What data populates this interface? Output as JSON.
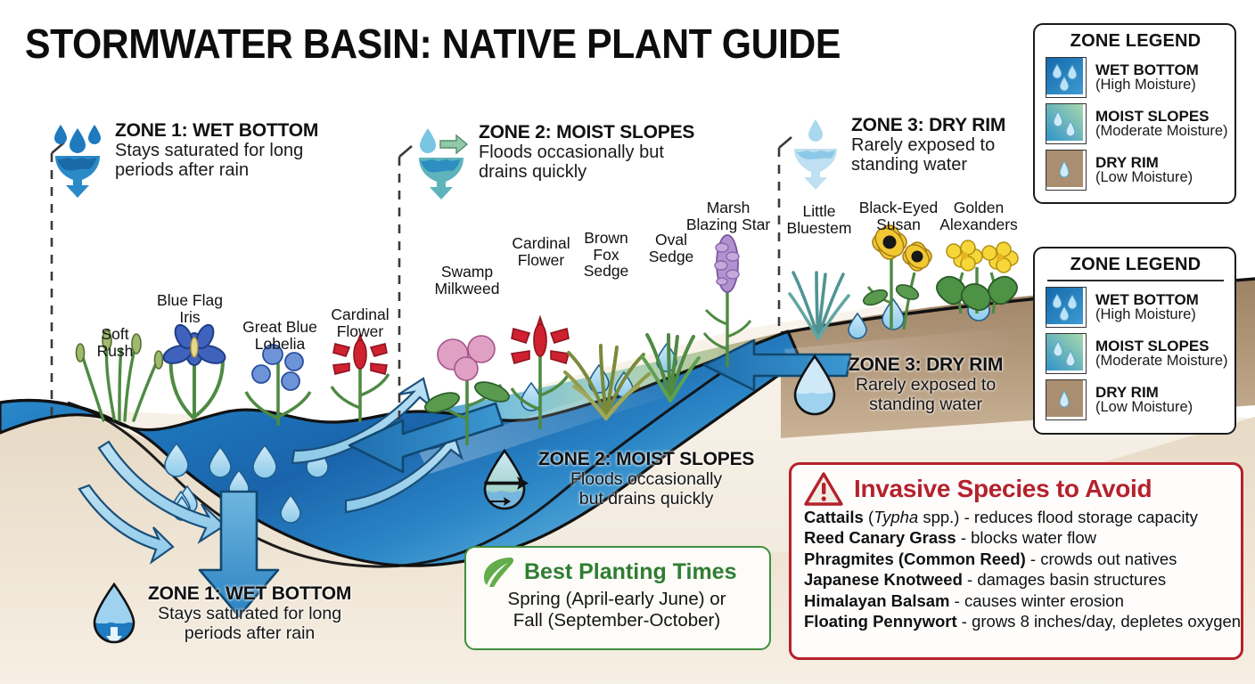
{
  "title": "STORMWATER BASIN: NATIVE PLANT GUIDE",
  "colors": {
    "wet_bottom": "#1f7ac0",
    "moist_slopes": "#8fc9a8",
    "dry_rim": "#a98e6f",
    "invasive_red": "#b4222c",
    "planting_green": "#2f7d32",
    "background": "#f3ece2"
  },
  "zone_headers": [
    {
      "icon": "three-drops-funnel-icon",
      "title": "ZONE 1: WET BOTTOM",
      "line1": "Stays saturated for long",
      "line2": "periods after rain"
    },
    {
      "icon": "drop-arrow-funnel-icon",
      "title": "ZONE 2: MOIST SLOPES",
      "line1": "Floods occasionally but",
      "line2": "drains quickly"
    },
    {
      "icon": "single-drop-funnel-icon",
      "title": "ZONE 3: DRY RIM",
      "line1": "Rarely exposed to",
      "line2": "standing water"
    }
  ],
  "zone_callouts": [
    {
      "icon": "droplet-down-arrow-icon",
      "title": "ZONE 1: WET BOTTOM",
      "line1": "Stays saturated for long",
      "line2": "periods after rain"
    },
    {
      "icon": "droplet-right-arrow-icon",
      "title": "ZONE 2: MOIST SLOPES",
      "line1": "Floods occasionally",
      "line2": "but drains quickly"
    },
    {
      "icon": "droplet-half-full-icon",
      "title": "ZONE 3: DRY RIM",
      "line1": "Rarely exposed to",
      "line2": "standing water"
    }
  ],
  "plants": {
    "zone1": [
      {
        "line1": "Soft",
        "line2": "Rush"
      },
      {
        "line1": "Blue Flag",
        "line2": "Iris"
      },
      {
        "line1": "Great Blue",
        "line2": "Lobelia"
      },
      {
        "line1": "Cardinal",
        "line2": "Flower"
      }
    ],
    "zone2": [
      {
        "line1": "Swamp",
        "line2": "Milkweed"
      },
      {
        "line1": "Cardinal",
        "line2": "Flower"
      },
      {
        "line1": "Brown",
        "line2": "Fox",
        "line3": "Sedge"
      },
      {
        "line1": "Oval",
        "line2": "Sedge"
      },
      {
        "line1": "Marsh",
        "line2": "Blazing Star"
      }
    ],
    "zone3": [
      {
        "line1": "Little",
        "line2": "Bluestem"
      },
      {
        "line1": "Black-Eyed",
        "line2": "Susan"
      },
      {
        "line1": "Golden",
        "line2": "Alexanders"
      }
    ]
  },
  "legend": {
    "title": "ZONE LEGEND",
    "rows": [
      {
        "name": "WET BOTTOM",
        "note": "(High Moisture)",
        "swatch": "wet-bottom-swatch",
        "drops": 3
      },
      {
        "name": "MOIST SLOPES",
        "note": "(Moderate Moisture)",
        "swatch": "moist-slopes-swatch",
        "drops": 2
      },
      {
        "name": "DRY RIM",
        "note": "(Low Moisture)",
        "swatch": "dry-rim-swatch",
        "drops": 1
      }
    ]
  },
  "planting": {
    "icon": "leaf-icon",
    "title": "Best Planting Times",
    "line1": "Spring (April-early June) or",
    "line2": "Fall (September-October)"
  },
  "invasive": {
    "icon": "warning-triangle-icon",
    "title": "Invasive Species to Avoid",
    "items": [
      {
        "name": "Cattails",
        "sci": "(Typha spp.)",
        "desc": "- reduces flood storage capacity"
      },
      {
        "name": "Reed Canary Grass",
        "sci": "",
        "desc": "- blocks water flow"
      },
      {
        "name": "Phragmites (Common Reed)",
        "sci": "",
        "desc": "- crowds out natives"
      },
      {
        "name": "Japanese Knotweed",
        "sci": "",
        "desc": "- damages basin structures"
      },
      {
        "name": "Himalayan Balsam",
        "sci": "",
        "desc": "- causes winter erosion"
      },
      {
        "name": "Floating Pennywort",
        "sci": "",
        "desc": "- grows 8 inches/day, depletes oxygen"
      }
    ]
  }
}
